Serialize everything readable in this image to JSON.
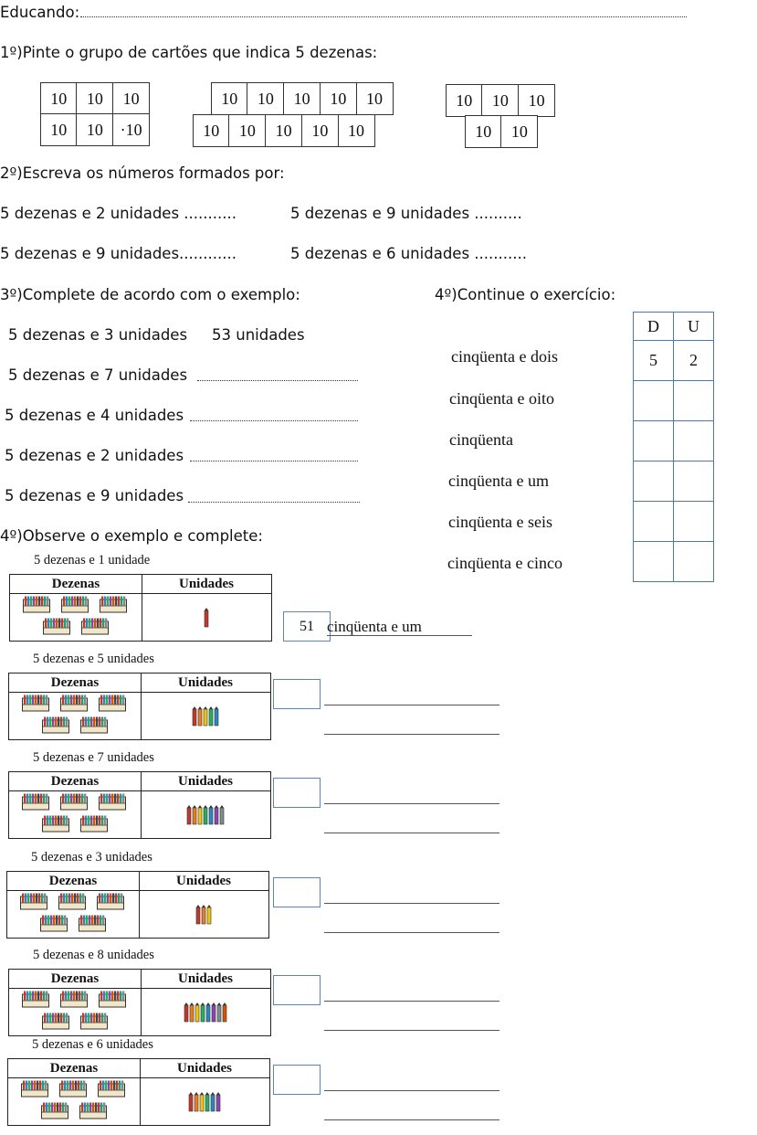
{
  "header": {
    "label": "Educando:"
  },
  "q1": {
    "title": "1º)Pinte o grupo de cartões que indica 5 dezenas:",
    "group1_top": [
      "10",
      "10",
      "10"
    ],
    "group1_bottom": [
      "10",
      "10",
      "·10"
    ],
    "group2_top": [
      "10",
      "10",
      "10",
      "10",
      "10"
    ],
    "group2_bottom": [
      "10",
      "10",
      "10",
      "10",
      "10"
    ],
    "group3_top": [
      "10",
      "10",
      "10"
    ],
    "group3_bottom": [
      "10",
      "10"
    ]
  },
  "q2": {
    "title": "2º)Escreva os números formados por:",
    "items": [
      "5 dezenas e 2 unidades ...........",
      "5 dezenas e 9 unidades ..........",
      "5 dezenas e 9 unidades............",
      "5 dezenas e 6 unidades ..........."
    ]
  },
  "q3": {
    "title": "3º)Complete de acordo com o exemplo:",
    "example_left": "5 dezenas e 3 unidades",
    "example_right": "53 unidades",
    "items": [
      "5 dezenas e 7 unidades",
      "5 dezenas e 4 unidades",
      "5 dezenas e 2 unidades",
      "5 dezenas e 9 unidades"
    ]
  },
  "q4a": {
    "title": "4º)Continue o exercício:",
    "words": [
      "cinqüenta e dois",
      "cinqüenta e oito",
      "cinqüenta",
      "cinqüenta e um",
      "cinqüenta e seis",
      "cinqüenta e cinco"
    ],
    "table_head": [
      "D",
      "U"
    ],
    "first_row": [
      "5",
      "2"
    ]
  },
  "q4b": {
    "title": "4º)Observe o exemplo e complete:",
    "header_tens": "Dezenas",
    "header_units": "Unidades",
    "example_number": "51",
    "example_words": "cinqüenta e um",
    "blocks": [
      {
        "caption": "5 dezenas e 1 unidade",
        "units": 1
      },
      {
        "caption": "5 dezenas e 5 unidades",
        "units": 5
      },
      {
        "caption": "5 dezenas e 7 unidades",
        "units": 7
      },
      {
        "caption": "5 dezenas e 3 unidades",
        "units": 3
      },
      {
        "caption": "5 dezenas e 8 unidades",
        "units": 8
      },
      {
        "caption": "5 dezenas e 6 unidades",
        "units": 6
      }
    ]
  },
  "colors": {
    "table_border": "#4a78b0",
    "answer_box": "#5a86bd"
  }
}
